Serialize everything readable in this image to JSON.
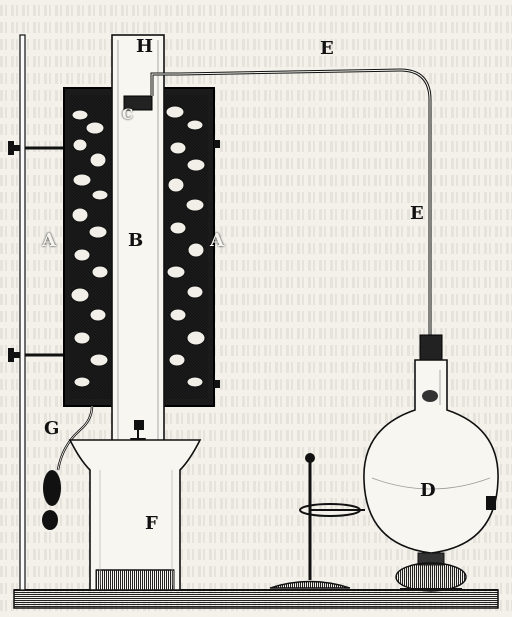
{
  "figure": {
    "labels": {
      "A_left": "A",
      "B": "B",
      "A_right": "A",
      "C": "C",
      "D": "D",
      "E_top": "E",
      "E_right": "E",
      "F": "F",
      "G": "G",
      "H": "H"
    }
  },
  "colors": {
    "paper": "#f3f1ea",
    "ink": "#111111"
  }
}
